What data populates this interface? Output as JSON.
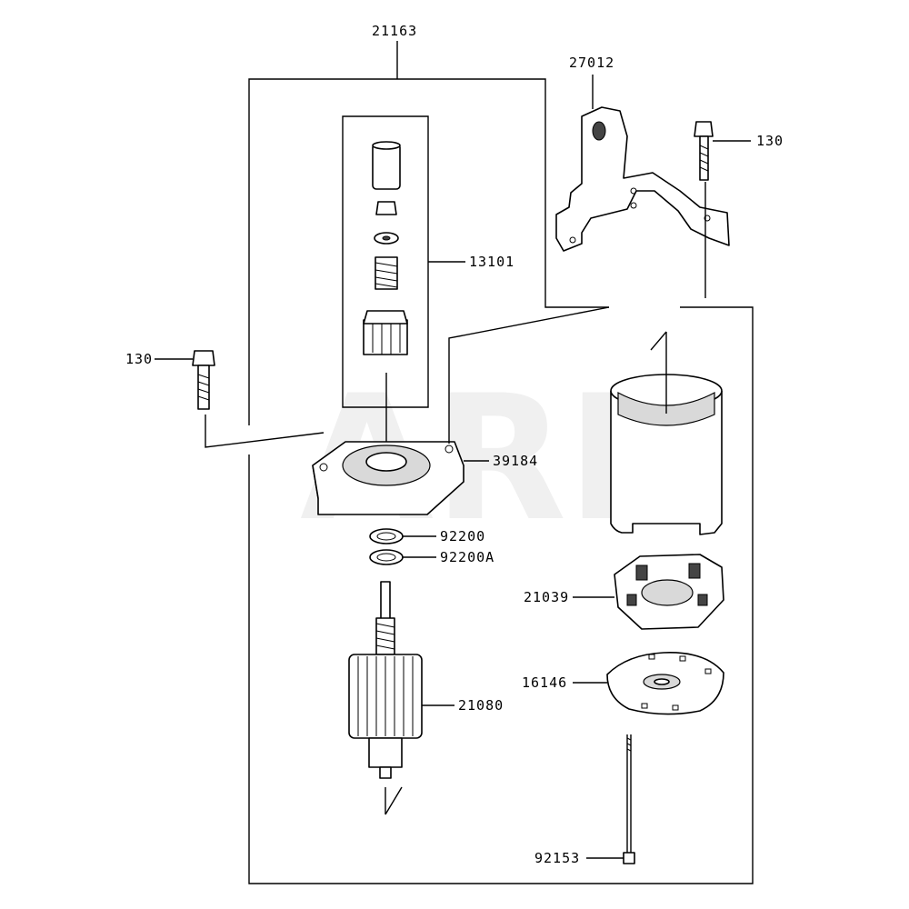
{
  "diagram": {
    "watermark": "ARI",
    "labels": {
      "assembly_21163": "21163",
      "bracket_27012": "27012",
      "bolt_130_right": "130",
      "pinion_kit_13101": "13101",
      "bolt_130_left": "130",
      "end_cover_39184": "39184",
      "washer_92200": "92200",
      "washer_92200a": "92200A",
      "armature_21080": "21080",
      "brush_holder_21039": "21039",
      "plate_16146": "16146",
      "through_bolt_92153": "92153"
    }
  }
}
